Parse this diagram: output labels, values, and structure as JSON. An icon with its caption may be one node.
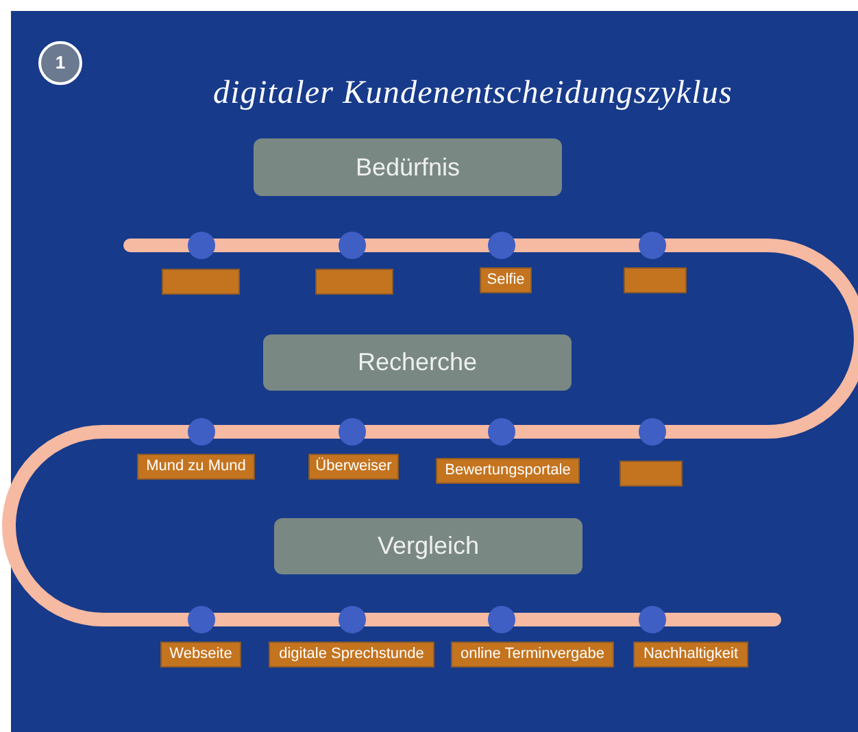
{
  "diagram": {
    "title": "digitaler Kundenentscheidungszyklus",
    "nodes": [
      {
        "text": [
          "1"
        ]
      },
      {
        "text": [
          "Bedürfnis"
        ]
      },
      {
        "text": [],
        "shape": "box"
      },
      {
        "text": [],
        "shape": "box"
      },
      {
        "text": [
          "Selfie"
        ]
      },
      {
        "text": [],
        "shape": "box"
      },
      {
        "text": [
          "Recherche"
        ]
      },
      {
        "text": [
          "Mund zu Mund"
        ]
      },
      {
        "text": [
          "Überweiser"
        ]
      },
      {
        "text": [
          "Bewertungsportale"
        ]
      },
      {
        "text": [],
        "shape": "box"
      },
      {
        "text": [
          "Vergleich"
        ]
      },
      {
        "text": [
          "Webseite"
        ]
      },
      {
        "text": [
          "digitale Sprechstunde"
        ]
      },
      {
        "text": [
          "online Terminvergabe"
        ]
      },
      {
        "text": [
          "Nachhaltigkeit"
        ]
      }
    ]
  }
}
